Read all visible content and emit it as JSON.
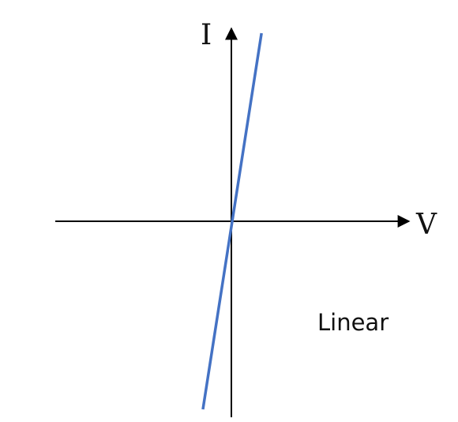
{
  "chart_data": {
    "type": "line",
    "title": "",
    "xlabel": "V",
    "ylabel": "I",
    "annotations": [
      "Linear"
    ],
    "xlim": [
      -1,
      1
    ],
    "ylim": [
      -1,
      1
    ],
    "grid": false,
    "axes_through_origin": true,
    "series": [
      {
        "x": [
          -0.17,
          0.18
        ],
        "y": [
          -1,
          1
        ],
        "color": "#4472c4"
      }
    ]
  }
}
